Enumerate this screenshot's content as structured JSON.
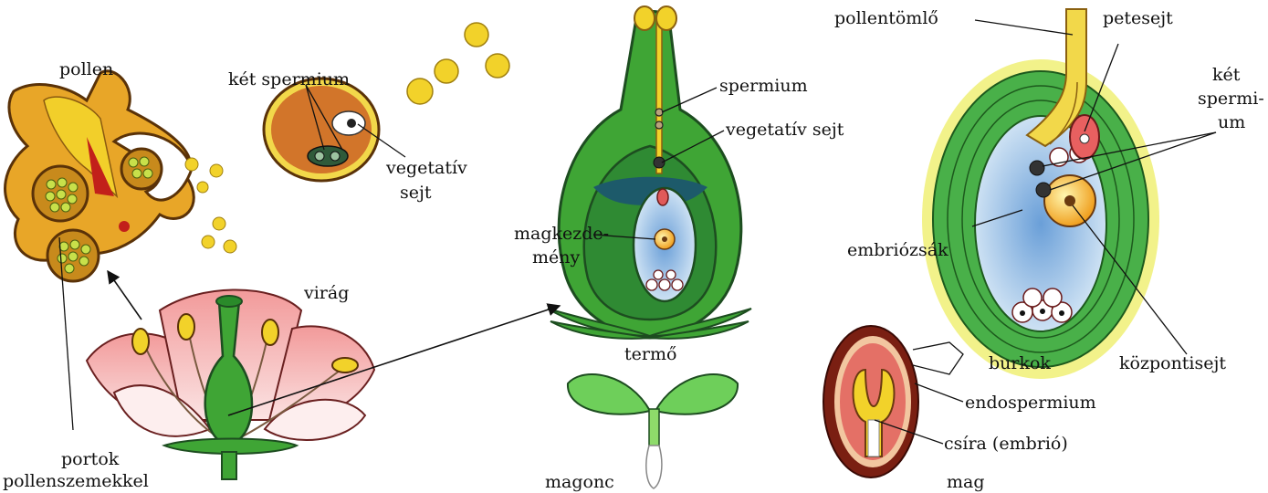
{
  "labels": {
    "pollen": "pollen",
    "ket_spermium_left": "két spermium",
    "vegetativ_left_1": "vegetatív",
    "vegetativ_left_2": "sejt",
    "virag": "virág",
    "portok_1": "portok",
    "portok_2": "pollenszemekkel",
    "spermium": "spermium",
    "vegetativ_sejt": "vegetatív sejt",
    "magkezdemeny_1": "magkezde-",
    "magkezdemeny_2": "mény",
    "termo": "termő",
    "magonc": "magonc",
    "pollentomlo": "pollentömlő",
    "petesejt": "petesejt",
    "ket_spermium_right_1": "két",
    "ket_spermium_right_2": "spermi-",
    "ket_spermium_right_3": "um",
    "embriozsak": "embriózsák",
    "burkok": "burkok",
    "kozpontisejt": "központisejt",
    "endospermium": "endospermium",
    "csira": "csíra (embrió)",
    "mag": "mag"
  },
  "colors": {
    "anther": "#e8a628",
    "anther_dark": "#b8741a",
    "pollen_grain": "#f2cf2a",
    "petal": "#f4b4b4",
    "green": "#3fa535",
    "green_dark": "#1d6b2a",
    "embryo_sac": "#9fc4e6",
    "seed_coat": "#7a1f12",
    "seed_inner": "#e47066",
    "ovule_cells": "#4caf50"
  }
}
